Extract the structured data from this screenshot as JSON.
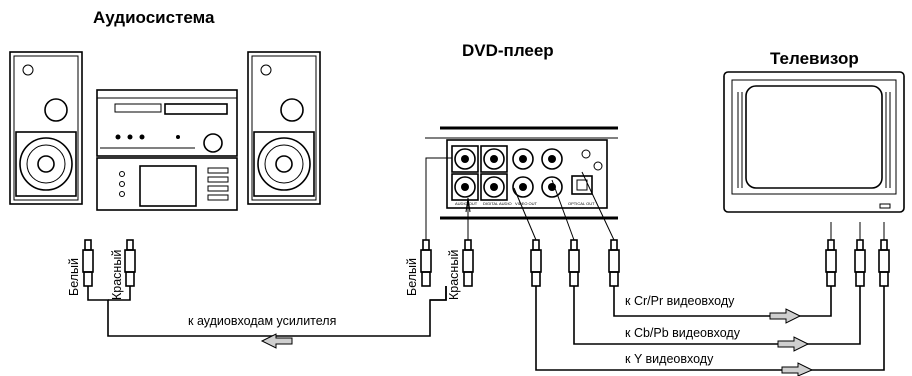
{
  "titles": {
    "audio_system": "Аудиосистема",
    "dvd_player": "DVD-плеер",
    "tv": "Телевизор"
  },
  "labels": {
    "left_white": "Белый",
    "left_red": "Красный",
    "right_white": "Белый",
    "right_red": "Красный",
    "to_amp": "к аудиовходам усилителя",
    "to_cr": "к Cr/Pr видеовходу",
    "to_cb": "к Cb/Pb видеовходу",
    "to_y": "к Y видеовходу"
  },
  "panel_text": {
    "audio_out": "AUDIO OUT",
    "digital_audio": "DIGITAL AUDIO",
    "video_out": "VIDEO OUT",
    "optical": "OPTICAL OUT"
  },
  "colors": {
    "arrow_fill": "#cfcfcf",
    "ink": "#000000"
  }
}
